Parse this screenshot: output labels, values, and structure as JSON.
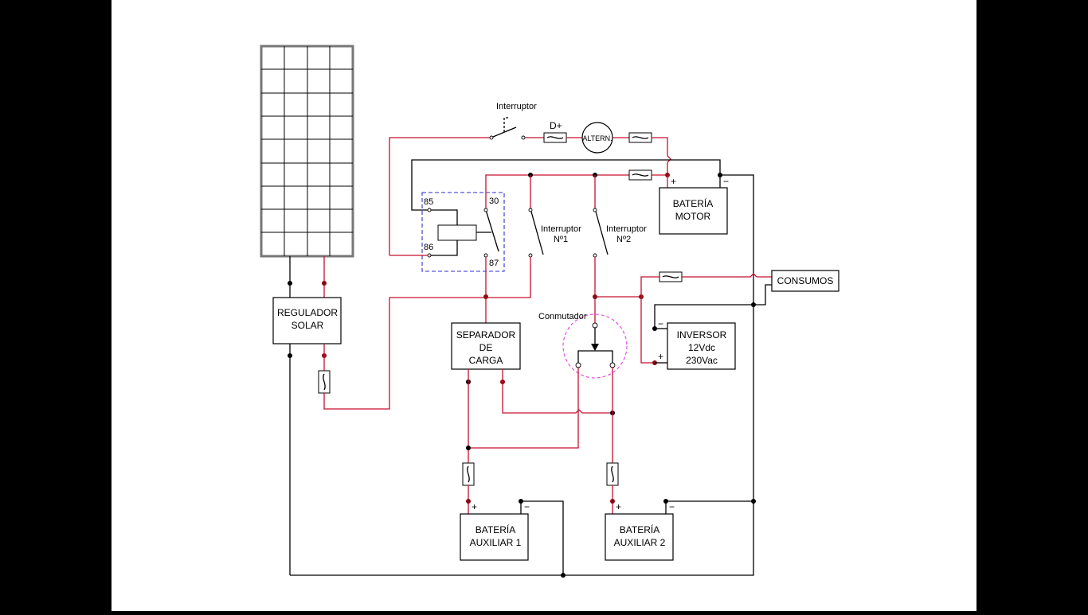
{
  "page": {
    "background": "#ffffff",
    "frame_color": "#000000"
  },
  "colors": {
    "positive_wire": "#c8102e",
    "negative_wire": "#000000",
    "relay_outline": "#2e2ed0",
    "switch_outline": "#e040e0"
  },
  "labels": {
    "interruptor": "Interruptor",
    "d_plus": "D+",
    "altern": "ALTERN.",
    "bateria_motor_1": "BATERÍA",
    "bateria_motor_2": "MOTOR",
    "relay_85": "85",
    "relay_30": "30",
    "relay_86": "86",
    "relay_87": "87",
    "int1_a": "Interruptor",
    "int1_b": "Nº1",
    "int2_a": "Interruptor",
    "int2_b": "Nº2",
    "regulador_1": "REGULADOR",
    "regulador_2": "SOLAR",
    "separador_1": "SEPARADOR",
    "separador_2": "DE",
    "separador_3": "CARGA",
    "conmutador": "Conmutador",
    "consumos": "CONSUMOS",
    "inversor_1": "INVERSOR",
    "inversor_2": "12Vdc",
    "inversor_3": "230Vac",
    "aux1_1": "BATERÍA",
    "aux1_2": "AUXILIAR 1",
    "aux2_1": "BATERÍA",
    "aux2_2": "AUXILIAR 2",
    "plus": "+",
    "minus": "−"
  }
}
